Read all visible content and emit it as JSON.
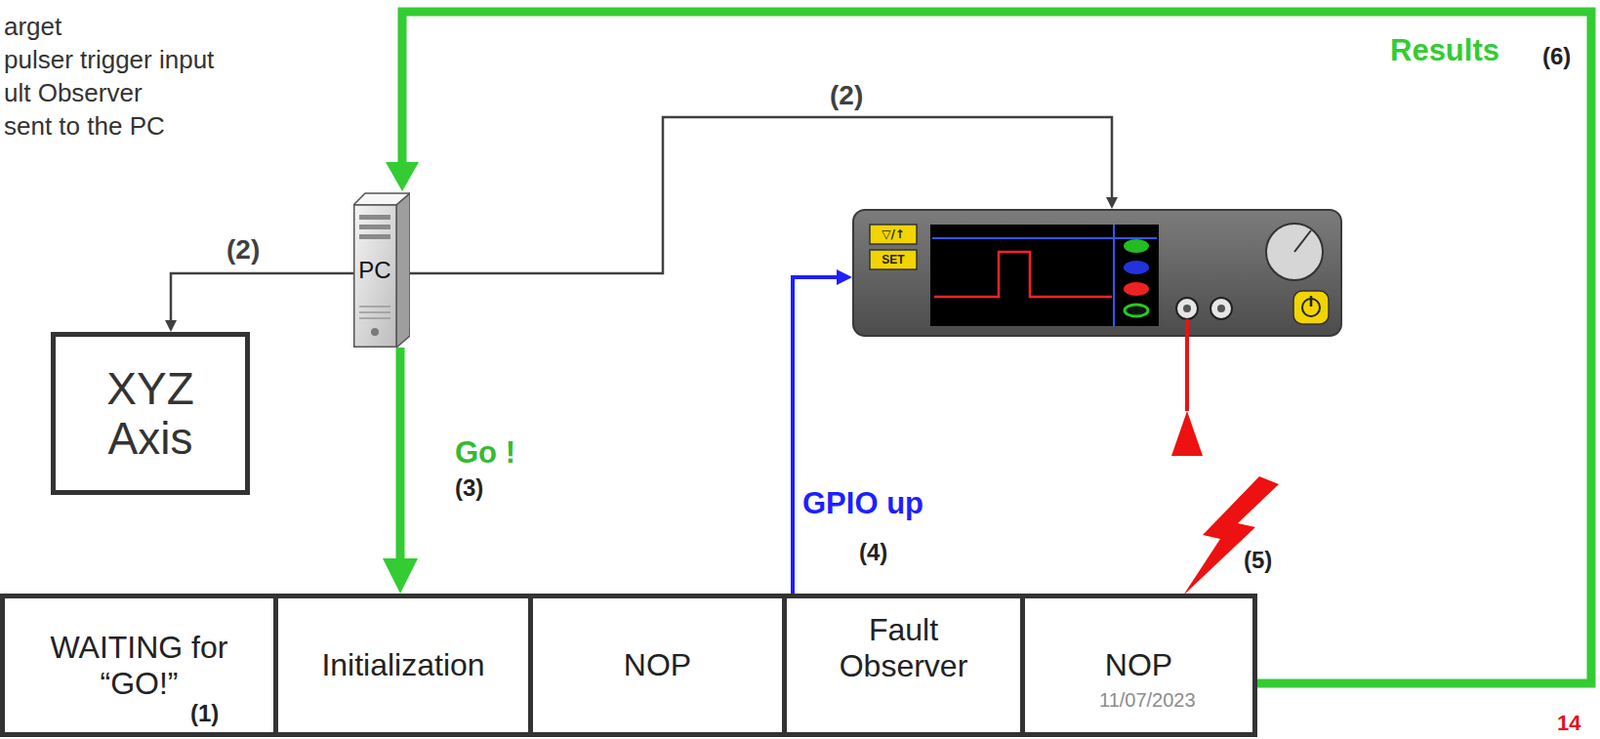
{
  "diagram": {
    "nodes": [
      {
        "text": [
          "PC"
        ]
      },
      {
        "text": [
          "▽/↑",
          "SET"
        ]
      },
      {
        "text": [
          "XYZ Axis"
        ]
      },
      {
        "text": [
          "WAITING for “GO!”",
          "(1)"
        ]
      },
      {
        "text": [
          "Initialization"
        ]
      },
      {
        "text": [
          "NOP"
        ]
      },
      {
        "text": [
          "Fault Observer"
        ]
      },
      {
        "text": [
          "NOP"
        ]
      }
    ],
    "edges": [
      {
        "from": 0,
        "to": 2,
        "arrow": "to",
        "label": "(2)"
      },
      {
        "from": 0,
        "to": 1,
        "arrow": "to",
        "label": "(2)"
      },
      {
        "from": 0,
        "to": 3,
        "arrow": "to",
        "label": "Go !"
      },
      {
        "from": 5,
        "to": 1,
        "arrow": "to",
        "label": "GPIO up"
      },
      {
        "from": 1,
        "to": 6,
        "arrow": "none"
      },
      {
        "from": 7,
        "to": 0,
        "arrow": "to",
        "label": "Results"
      }
    ],
    "labels": [
      "arget",
      "pulser trigger input",
      "ult Observer",
      "sent to the PC",
      "(3)",
      "(4)",
      "(5)",
      "(6)",
      "11/07/2023",
      "14"
    ]
  }
}
